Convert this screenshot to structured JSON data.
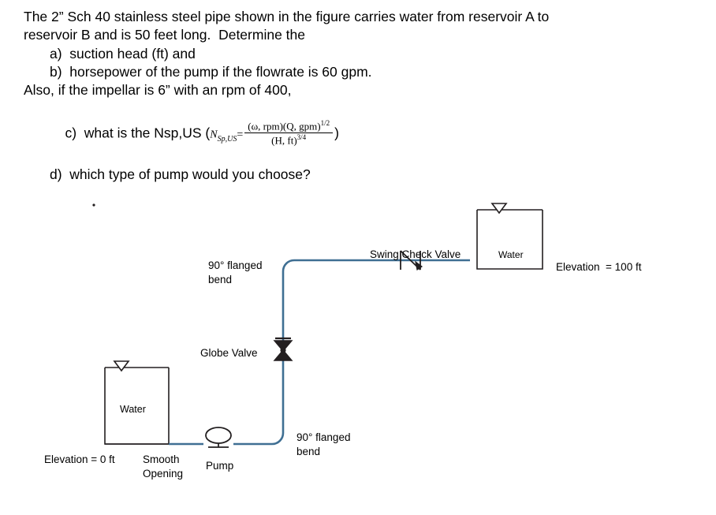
{
  "problem": {
    "line1": "The 2” Sch 40 stainless steel pipe shown in the figure carries water from reservoir A to",
    "line2": "reservoir B and is 50 feet long.  Determine the",
    "item_a": "a)  suction head (ft) and",
    "item_b": "b)  horsepower of the pump if the flowrate is 60 gpm.",
    "line3": "Also, if the impellar is 6” with an rpm of 400,",
    "item_c_pre": "c)  what is the Nsp,US (",
    "item_c_post": ")",
    "item_d": "d)  which type of pump would you choose?",
    "formula": {
      "symbol": "N",
      "subscript": "Sp,US",
      "equals": "=",
      "numerator": "(ω, rpm)(Q, gpm)",
      "numerator_exp": "1/2",
      "denominator": "(H, ft)",
      "denominator_exp": "3/4"
    }
  },
  "figure": {
    "labels": {
      "bend_top": "90° flanged\nbend",
      "bend_bottom": "90° flanged\nbend",
      "globe_valve": "Globe Valve",
      "swing_check_valve": "Swing Check Valve",
      "water_left": "Water",
      "water_right": "Water",
      "elevation_left": "Elevation = 0 ft",
      "elevation_right": "Elevation  = 100 ft",
      "pump": "Pump",
      "smooth_opening": "Smooth\nOpening"
    },
    "colors": {
      "pipe": "#3f6f93",
      "line": "#231f20",
      "valve": "#231f20"
    }
  }
}
